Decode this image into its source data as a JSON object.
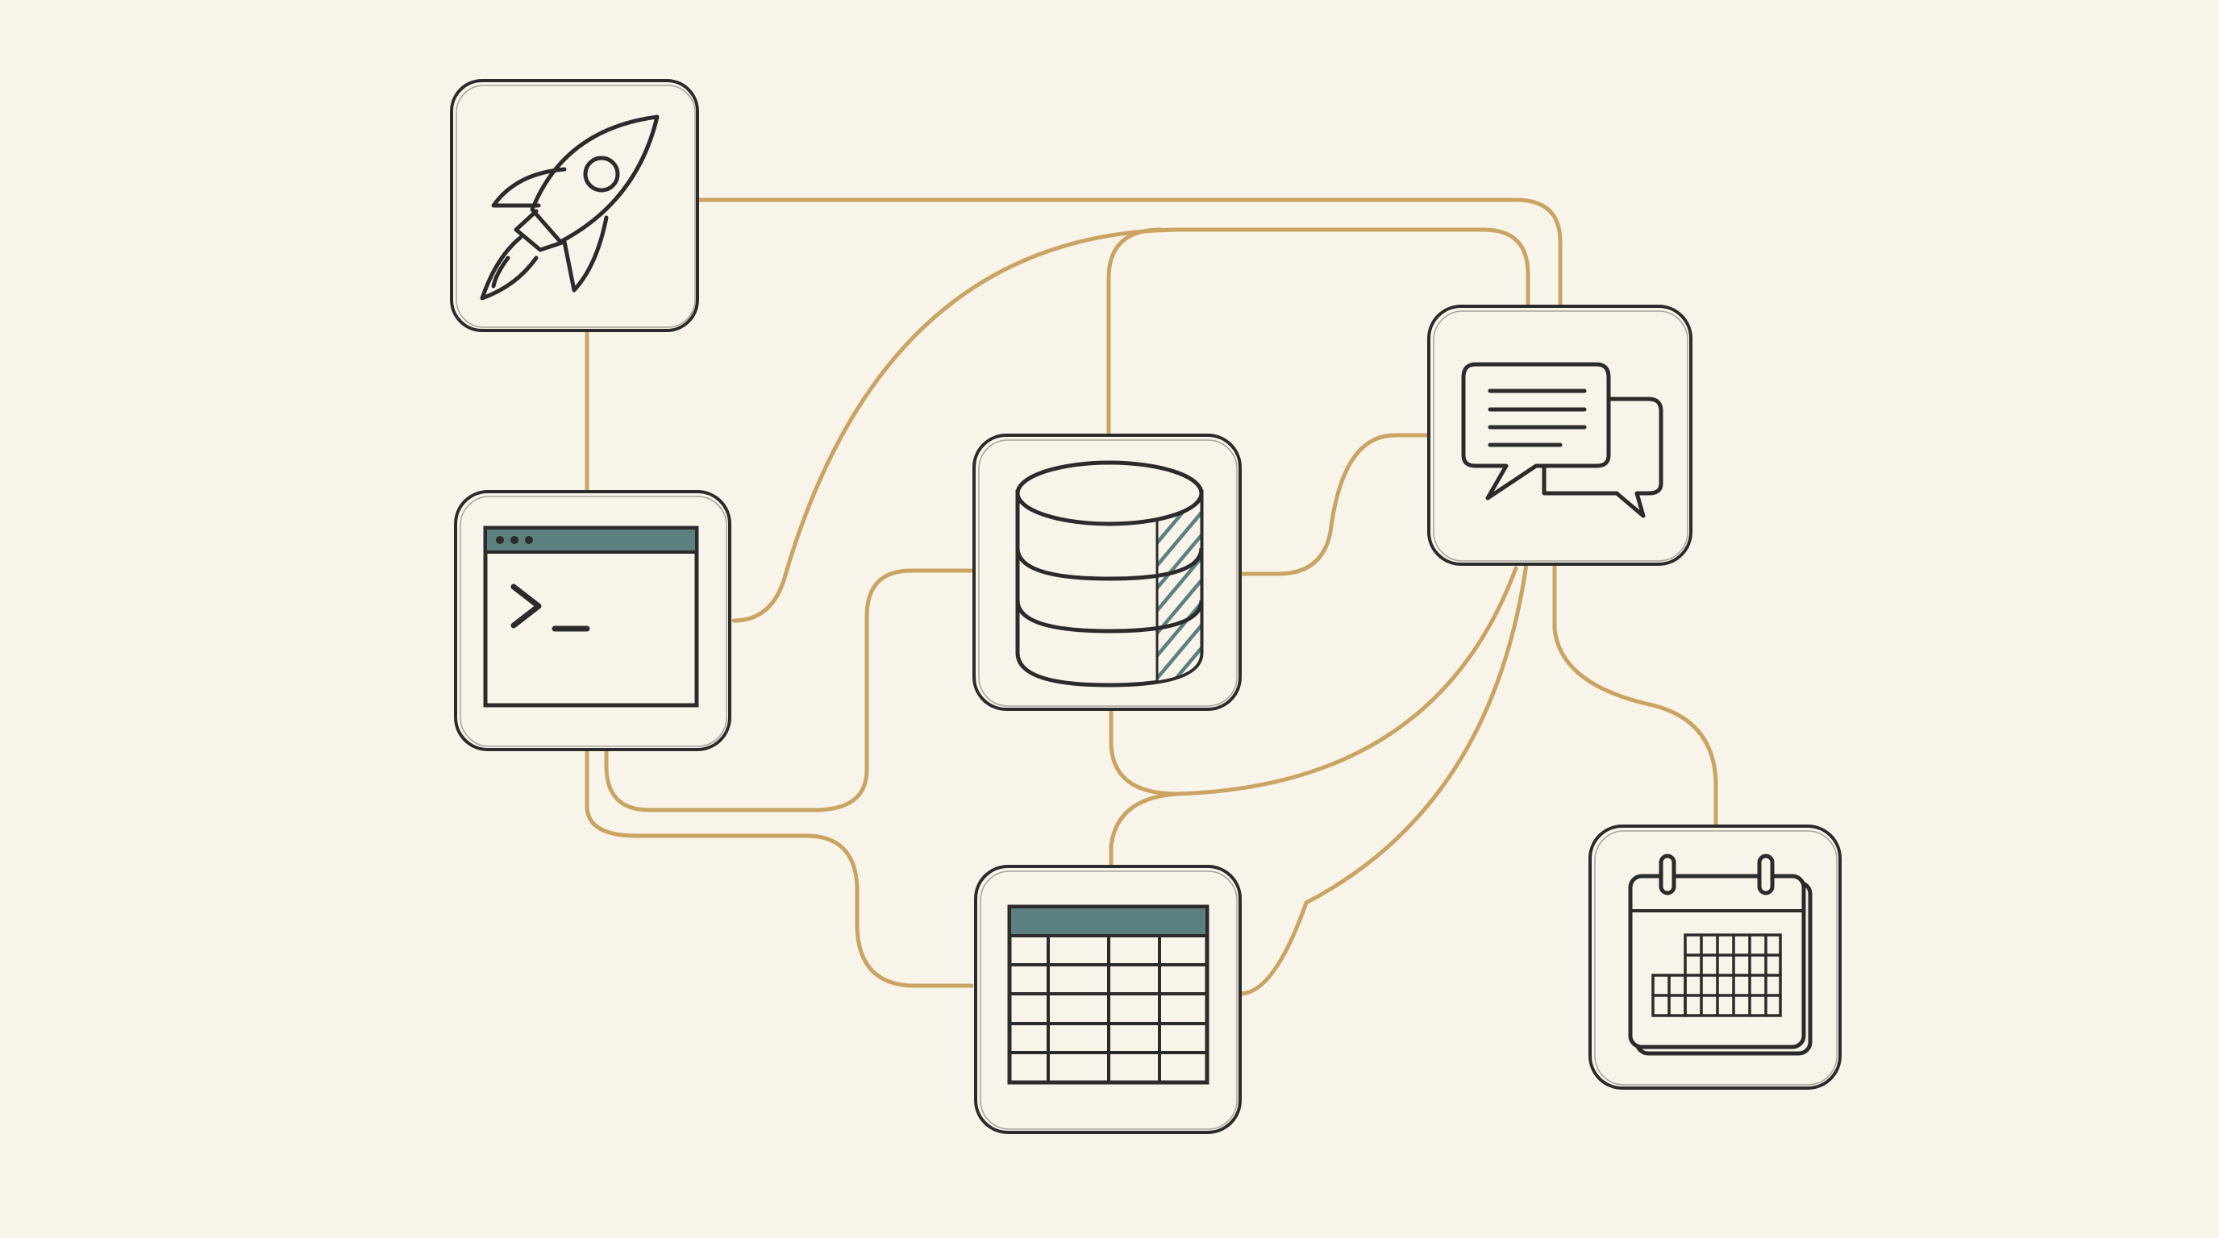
{
  "diagram": {
    "background": "#f8f4ea",
    "colors": {
      "connector": "#c9a463",
      "ink": "#2b2b2b",
      "node_fill": "#f8f4ea",
      "accent": "#5c7f7f"
    },
    "nodes": [
      {
        "id": "rocket",
        "icon": "rocket-icon"
      },
      {
        "id": "terminal",
        "icon": "terminal-icon"
      },
      {
        "id": "database",
        "icon": "database-icon"
      },
      {
        "id": "chat",
        "icon": "chat-icon"
      },
      {
        "id": "spreadsheet",
        "icon": "spreadsheet-icon"
      },
      {
        "id": "calendar",
        "icon": "calendar-icon"
      }
    ],
    "edges": [
      {
        "from": "rocket",
        "to": "terminal"
      },
      {
        "from": "rocket",
        "to": "chat"
      },
      {
        "from": "terminal",
        "to": "chat"
      },
      {
        "from": "terminal",
        "to": "database"
      },
      {
        "from": "terminal",
        "to": "spreadsheet"
      },
      {
        "from": "database",
        "to": "chat"
      },
      {
        "from": "database",
        "to": "spreadsheet"
      },
      {
        "from": "chat",
        "to": "spreadsheet"
      },
      {
        "from": "chat",
        "to": "calendar"
      }
    ]
  }
}
